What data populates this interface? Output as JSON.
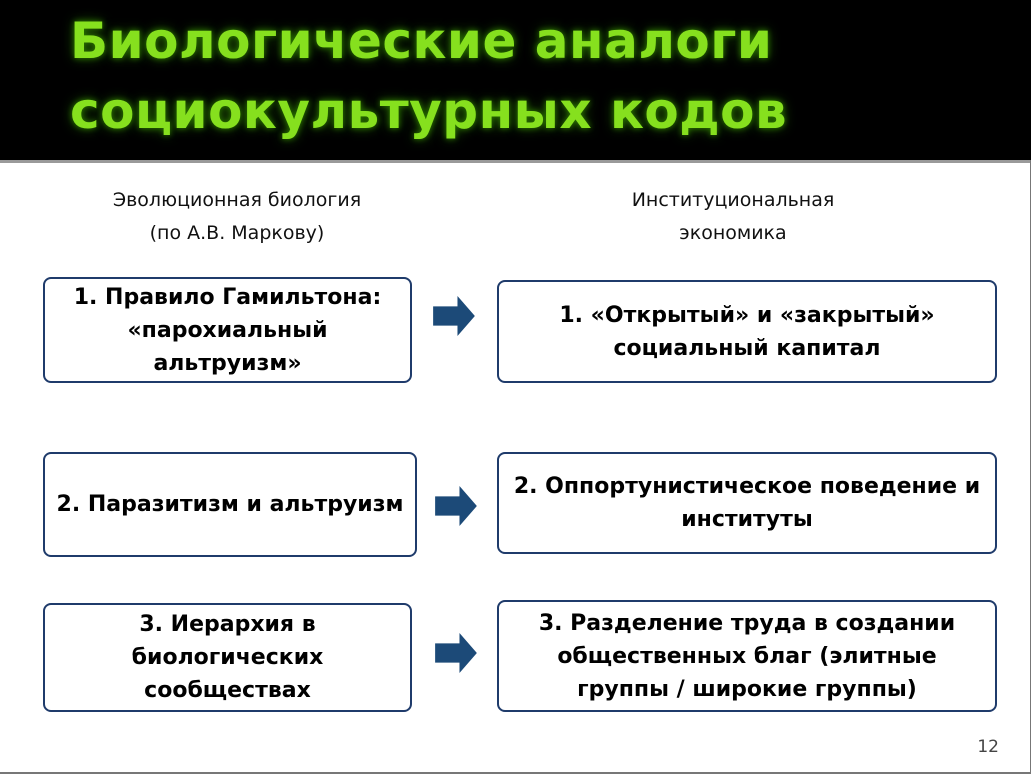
{
  "title": {
    "line1": "Биологические аналоги",
    "line2": "социокультурных кодов"
  },
  "columns": {
    "left": {
      "line1": "Эволюционная биология",
      "line2": "(по А.В. Маркову)"
    },
    "right": {
      "line1": "Институциональная",
      "line2": "экономика"
    }
  },
  "left_boxes": [
    {
      "line1": "1. Правило Гамильтона:",
      "line2": "«парохиальный",
      "line3": "альтруизм»"
    },
    {
      "line1": "2. Паразитизм и альтруизм"
    },
    {
      "line1": "3. Иерархия в",
      "line2": "биологических",
      "line3": "сообществах"
    }
  ],
  "right_boxes": [
    {
      "line1": "1. «Открытый» и «закрытый»",
      "line2": "социальный капитал"
    },
    {
      "line1": "2. Оппортунистическое поведение и",
      "line2": "институты"
    },
    {
      "line1": "3. Разделение труда в создании",
      "line2": "общественных благ (элитные",
      "line3": "группы / широкие группы)"
    }
  ],
  "page_number": "12",
  "colors": {
    "title": "#86e01e",
    "box_border": "#1f3b6b",
    "arrow": "#1c4a78"
  }
}
